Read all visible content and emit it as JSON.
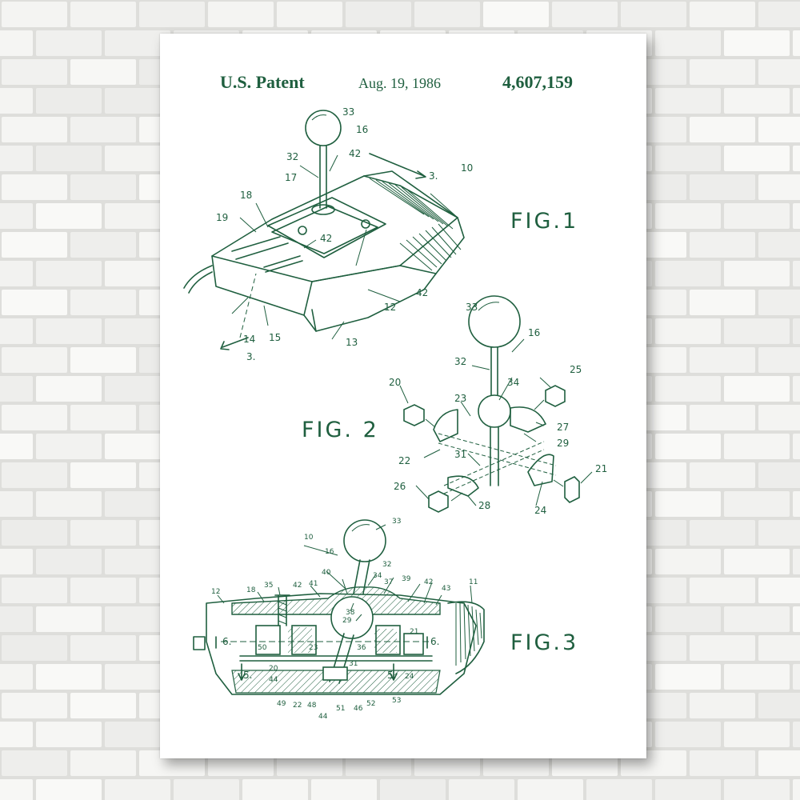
{
  "header": {
    "patent_label": "U.S. Patent",
    "date": "Aug. 19, 1986",
    "patent_number": "4,607,159"
  },
  "figures": {
    "fig1_label": "FIG.1",
    "fig2_label": "FIG. 2",
    "fig3_label": "FIG.3"
  },
  "fig1_refs": [
    "33",
    "16",
    "32",
    "42",
    "3.",
    "10",
    "17",
    "18",
    "19",
    "42",
    "42",
    "12",
    "14",
    "15",
    "13",
    "3."
  ],
  "fig2_refs": [
    "33",
    "16",
    "32",
    "34",
    "25",
    "20",
    "23",
    "27",
    "29",
    "22",
    "31",
    "21",
    "26",
    "28",
    "24"
  ],
  "fig3_refs": [
    "33",
    "10",
    "16",
    "32",
    "40",
    "41",
    "34",
    "37",
    "39",
    "42",
    "11",
    "12",
    "18",
    "35",
    "42",
    "43",
    "38",
    "29",
    "6.",
    "23",
    "36",
    "21",
    "6.",
    "50",
    "20",
    "31",
    "5.",
    "44",
    "5.",
    "24",
    "49",
    "22",
    "48",
    "51",
    "46",
    "52",
    "53",
    "44"
  ],
  "colors": {
    "ink": "#1f5f3f",
    "poster": "#ffffff",
    "wall": "#e9e9e7",
    "mortar": "#c9c9c6"
  }
}
